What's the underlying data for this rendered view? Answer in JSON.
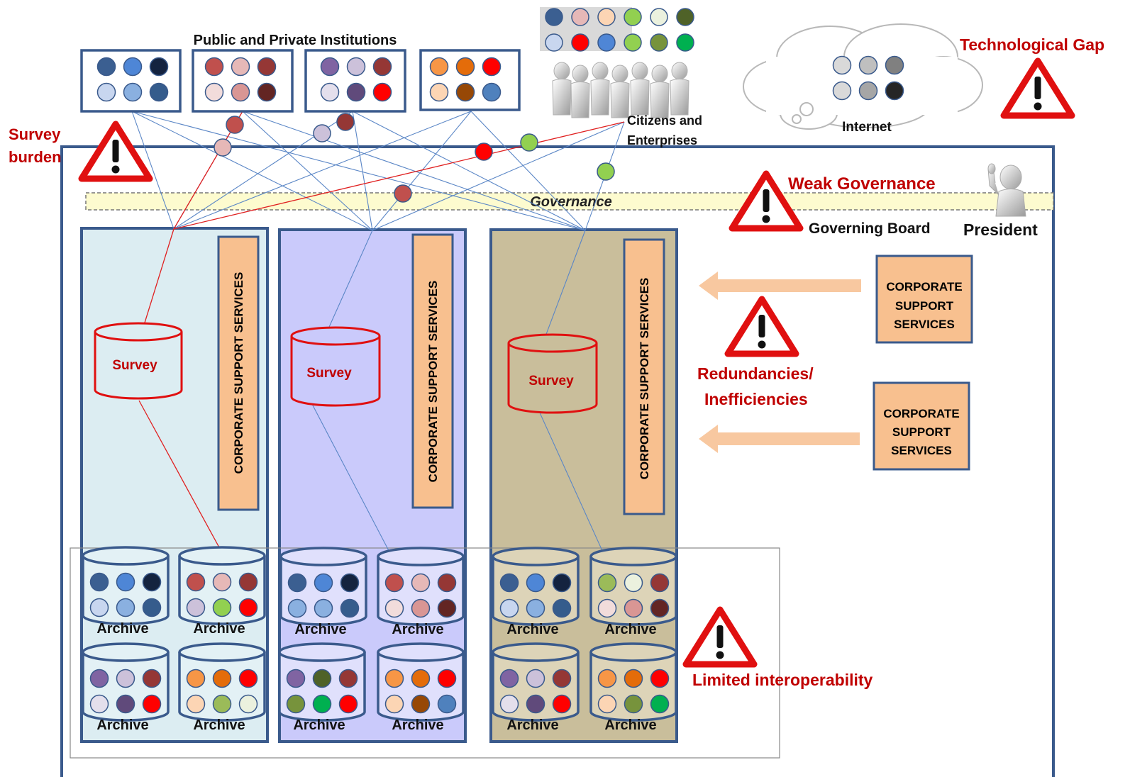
{
  "labels": {
    "institutions_title": "Public and Private Institutions",
    "citizens_line1": "Citizens  and",
    "citizens_line2": "Enterprises",
    "internet": "Internet",
    "technological_gap": "Technological Gap",
    "survey_burden_line1": "Survey",
    "survey_burden_line2": "burden",
    "governance": "Governance",
    "weak_governance": "Weak Governance",
    "governing_board": "Governing Board",
    "president": "President",
    "redundancies_line1": "Redundancies/",
    "redundancies_line2": "Inefficiencies",
    "limited_interoperability": "Limited interoperability",
    "survey": "Survey",
    "archive": "Archive",
    "corporate_vertical": "CORPORATE SUPPORT  SERVICES",
    "corporate_box_line1": "CORPORATE",
    "corporate_box_line2": "SUPPORT",
    "corporate_box_line3": "SERVICES"
  },
  "colors": {
    "warning_red": "#c00000",
    "frame_blue": "#3a5a8c",
    "corporate_fill": "#f8c08f",
    "governance_fill": "#fdfbcf",
    "domain_fills": [
      "#dcedf2",
      "#cacafb",
      "#c9be9b"
    ],
    "archive_fills": [
      "#e3f1f5",
      "#e0e0fc",
      "#ddd4b8"
    ]
  },
  "institution_groups": [
    [
      "#3b5f91",
      "#4e86d6",
      "#14233f",
      "#c8d6ef",
      "#8ab0e0",
      "#355c8c"
    ],
    [
      "#c0504d",
      "#e6b8b7",
      "#953735",
      "#f2dcdb",
      "#d99694",
      "#632523"
    ],
    [
      "#8064a2",
      "#ccc1da",
      "#953735",
      "#e4dfec",
      "#604a7b",
      "#ff0000"
    ],
    [
      "#f79646",
      "#e46c0a",
      "#ff0000",
      "#fcd5b4",
      "#974806",
      "#4f81bd"
    ]
  ],
  "citizens_dots": [
    "#3b5f91",
    "#e6b8b7",
    "#fcd5b4",
    "#92d050",
    "#ebf1de",
    "#4f6228",
    "#c8d6ef",
    "#ff0000",
    "#4f86d6",
    "#92d050",
    "#77933c",
    "#00b050"
  ],
  "internet_dots": [
    "#d9d9d9",
    "#bfbfbf",
    "#808080",
    "#d9d9d9",
    "#a6a6a6",
    "#262626"
  ],
  "archives": [
    [
      "#3b5f91",
      "#4e86d6",
      "#14233f",
      "#c8d6ef",
      "#8ab0e0",
      "#355c8c"
    ],
    [
      "#c0504d",
      "#e6b8b7",
      "#953735",
      "#ccc1da",
      "#92d050",
      "#ff0000"
    ],
    [
      "#8064a2",
      "#ccc1da",
      "#953735",
      "#e4dfec",
      "#604a7b",
      "#ff0000"
    ],
    [
      "#f79646",
      "#e46c0a",
      "#ff0000",
      "#fcd5b4",
      "#9bbb59",
      "#ebf1de"
    ],
    [
      "#3b5f91",
      "#4e86d6",
      "#14233f",
      "#8ab0e0",
      "#8ab0e0",
      "#355c8c"
    ],
    [
      "#c0504d",
      "#e6b8b7",
      "#953735",
      "#f2dcdb",
      "#d99694",
      "#632523"
    ],
    [
      "#8064a2",
      "#4f6228",
      "#953735",
      "#77933c",
      "#00b050",
      "#ff0000"
    ],
    [
      "#f79646",
      "#e46c0a",
      "#ff0000",
      "#fcd5b4",
      "#974806",
      "#4f81bd"
    ],
    [
      "#3b5f91",
      "#4e86d6",
      "#14233f",
      "#c8d6ef",
      "#8ab0e0",
      "#355c8c"
    ],
    [
      "#9bbb59",
      "#ebf1de",
      "#953735",
      "#f2dcdb",
      "#d99694",
      "#632523"
    ],
    [
      "#8064a2",
      "#ccc1da",
      "#953735",
      "#e4dfec",
      "#604a7b",
      "#ff0000"
    ],
    [
      "#f79646",
      "#e46c0a",
      "#ff0000",
      "#fcd5b4",
      "#77933c",
      "#00b050"
    ]
  ],
  "connector_dots": [
    "#c0504d",
    "#e6b8b7",
    "#953735",
    "#ccc1da",
    "#ff0000",
    "#92d050",
    "#92d050",
    "#c0504d"
  ]
}
